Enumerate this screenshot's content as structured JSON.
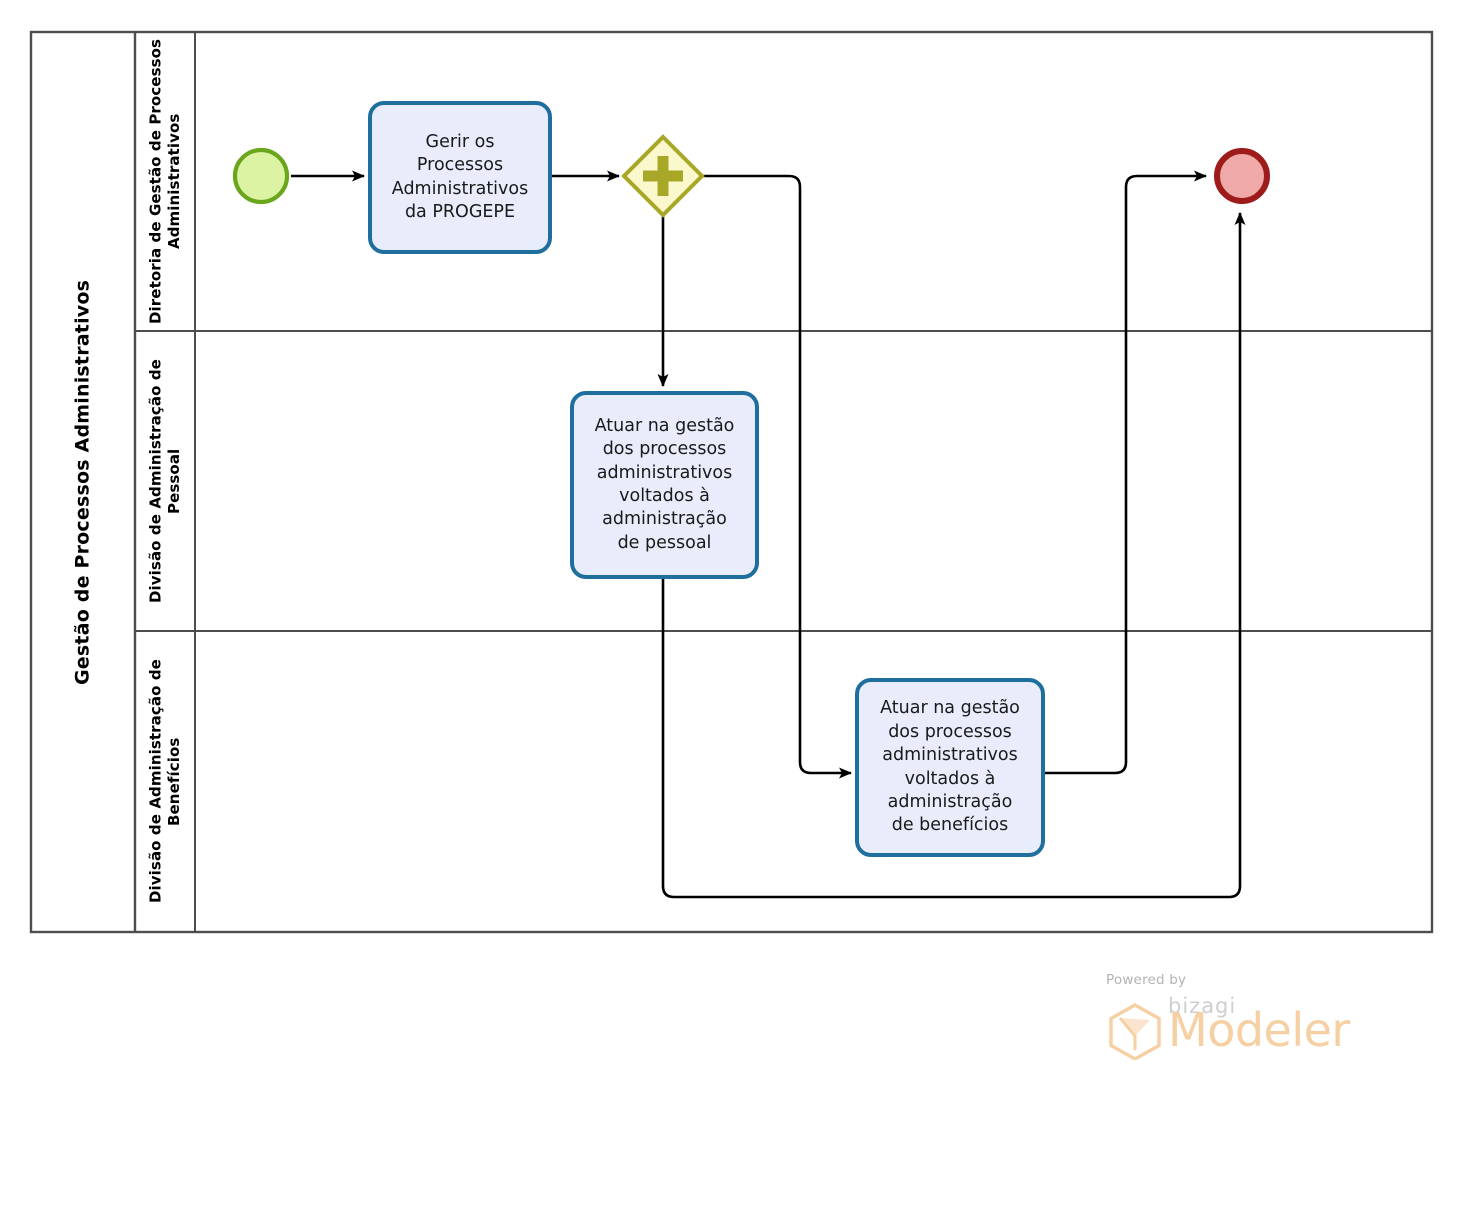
{
  "diagram": {
    "type": "bpmn-process",
    "pool": {
      "name": "Gestão de Processos Administrativos"
    },
    "lanes": [
      {
        "id": "lane-diretoria",
        "name": "Diretoria de Gestão de Processos Administrativos"
      },
      {
        "id": "lane-pessoal",
        "name": "Divisão de Administração de Pessoal"
      },
      {
        "id": "lane-beneficios",
        "name": "Divisão de Administração de Benefícios"
      }
    ],
    "elements": {
      "start_event": {
        "name": "start-event",
        "lane": "lane-diretoria"
      },
      "task_gerir": {
        "label": "Gerir os\nProcessos\nAdministrativos\nda PROGEPE",
        "lane": "lane-diretoria"
      },
      "gateway_parallel": {
        "name": "parallel-gateway",
        "symbol": "+",
        "lane": "lane-diretoria"
      },
      "task_pessoal": {
        "label": "Atuar na gestão\ndos processos\nadministrativos\nvoltados à\nadministração\nde pessoal",
        "lane": "lane-pessoal"
      },
      "task_beneficios": {
        "label": "Atuar na gestão\ndos processos\nadministrativos\nvoltados à\nadministração\nde benefícios",
        "lane": "lane-beneficios"
      },
      "end_event": {
        "name": "end-event",
        "lane": "lane-diretoria"
      }
    },
    "colors": {
      "task_fill": "#e8ecfb",
      "task_stroke": "#1f6f9e",
      "start_fill": "#ddf3a4",
      "start_stroke": "#6aa61c",
      "end_fill": "#efa9a9",
      "end_stroke": "#9e1b1b",
      "gateway_fill": "#fcf8cd",
      "gateway_stroke": "#a9a727",
      "pool_stroke": "#4d4d4d",
      "flow_stroke": "#000000"
    }
  },
  "footer": {
    "powered_by": "Powered by",
    "brand": "bizagi",
    "product": "Modeler"
  }
}
